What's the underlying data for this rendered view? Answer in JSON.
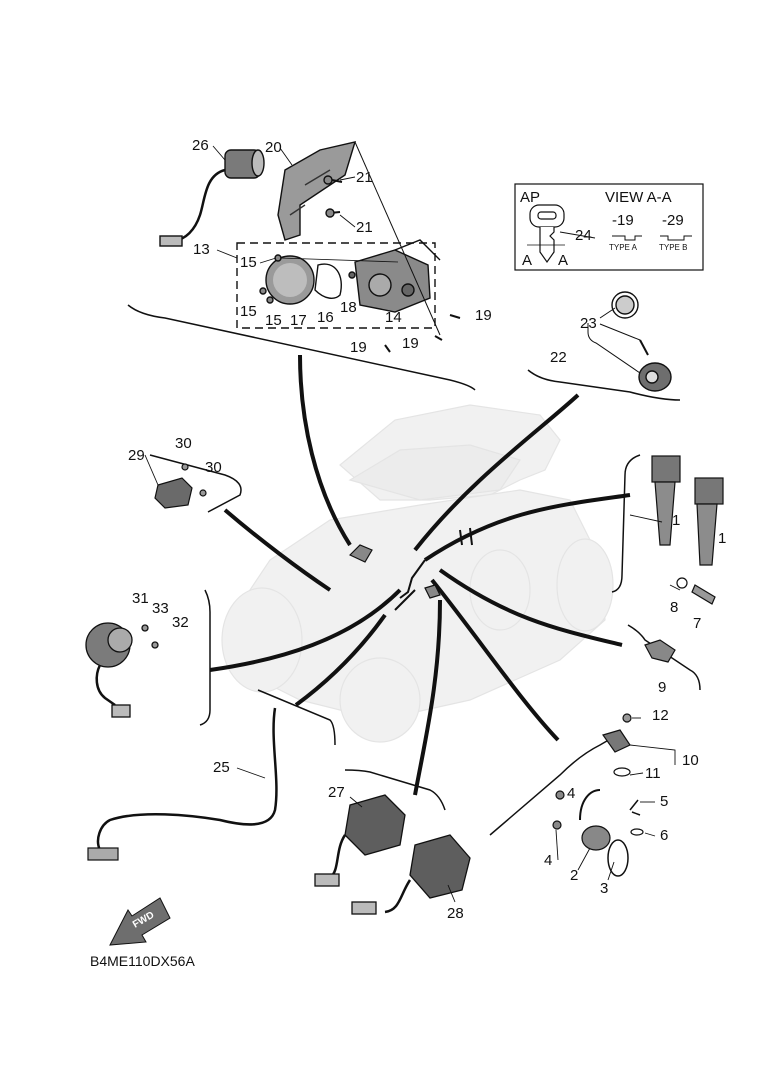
{
  "diagram": {
    "code": "B4ME110DX56A",
    "fwd_label": "FWD",
    "view_box": {
      "ap": "AP",
      "title": "VIEW A-A",
      "suffix_a": "-19",
      "suffix_b": "-29",
      "type_a": "TYPE A",
      "type_b": "TYPE B",
      "section_mark_left": "A",
      "section_mark_right": "A",
      "key_callout": "24"
    },
    "callouts": [
      "26",
      "20",
      "21",
      "21",
      "13",
      "15",
      "15",
      "15",
      "17",
      "16",
      "18",
      "14",
      "19",
      "19",
      "19",
      "23",
      "22",
      "29",
      "30",
      "30",
      "1",
      "1",
      "8",
      "7",
      "31",
      "33",
      "32",
      "9",
      "12",
      "10",
      "11",
      "25",
      "4",
      "5",
      "6",
      "4",
      "2",
      "3",
      "27",
      "28"
    ],
    "icons": [
      "ignition-coil-icon",
      "key-icon",
      "meter-icon",
      "ecu-icon",
      "sensor-icon",
      "relay-icon",
      "bracket-icon",
      "vehicle-silhouette-icon",
      "fwd-arrow-icon"
    ]
  }
}
